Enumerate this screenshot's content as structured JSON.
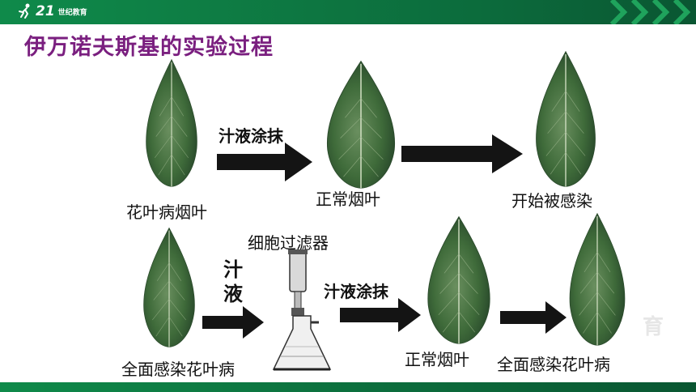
{
  "header": {
    "logo_number": "21",
    "logo_text": "世纪教育"
  },
  "title": "伊万诺夫斯基的实验过程",
  "row1": {
    "start_label": "花叶病烟叶",
    "action_label": "汁液涂抹",
    "middle_label": "正常烟叶",
    "end_label": "开始被感染"
  },
  "row2": {
    "start_label": "全面感染花叶病",
    "vertical_action": "汁液",
    "filter_label": "细胞过滤器",
    "action_label": "汁液涂抹",
    "middle_label": "正常烟叶",
    "end_label": "全面感染花叶病"
  },
  "icons": {
    "leaf": "tobacco-leaf-icon",
    "arrow": "right-arrow-icon",
    "filter": "filter-flask-icon"
  },
  "colors": {
    "header_green": "#0c6b3c",
    "title_purple": "#7a1f7f",
    "leaf_green": "#3f6b3a"
  },
  "watermark": "育"
}
